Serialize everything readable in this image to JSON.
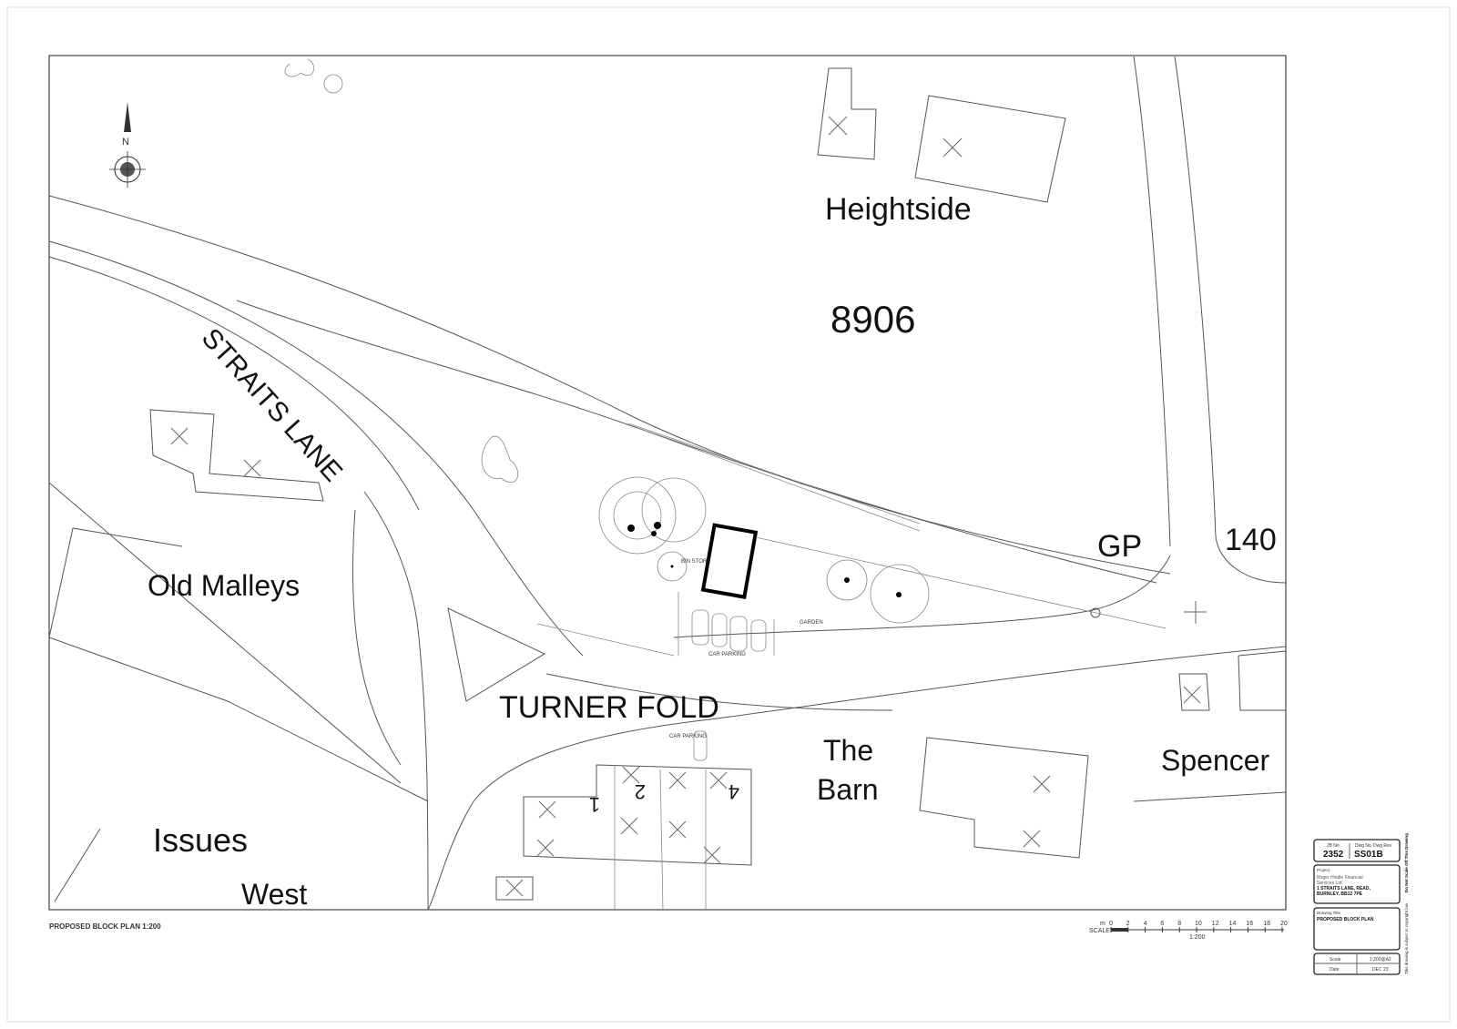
{
  "labels": {
    "heightside": "Heightside",
    "plot_number": "8906",
    "straits_lane": "STRAITS LANE",
    "old_malleys": "Old Malleys",
    "turner_fold": "TURNER FOLD",
    "gp": "GP",
    "num_140": "140",
    "the": "The",
    "barn": "Barn",
    "spencer": "Spencer",
    "issues": "Issues",
    "west": "West",
    "house_1": "1",
    "house_2": "2",
    "house_4": "4",
    "bin_store": "BIN STORE",
    "garden": "GARDEN",
    "car_parking": "CAR PARKING",
    "car_parking_2": "CAR PARKING",
    "north": "N"
  },
  "plan_title": "PROPOSED BLOCK PLAN 1:200",
  "scale_bar": {
    "unit": "m",
    "label": "SCALE",
    "ratio": "1:200",
    "ticks": [
      "0",
      "2",
      "4",
      "6",
      "8",
      "10",
      "12",
      "14",
      "16",
      "18",
      "20"
    ]
  },
  "title_block": {
    "jb_no_label": "JB No",
    "jb_no": "2352",
    "dwg_no_label": "Dwg No",
    "dwg_no": "SS01B",
    "dwg_rev_label": "Dwg Rev",
    "project_label": "Project",
    "client_line1": "Roger Hindle Financial",
    "client_line2": "Services Ltd",
    "address_line1": "1 STRAITS LANE, READ,",
    "address_line2": "BURNLEY, BB12 7PE",
    "drawing_title_label": "Drawing Title",
    "drawing_title": "PROPOSED BLOCK PLAN",
    "scale_label": "Scale",
    "scale": "1:200@A2",
    "date_label": "Date",
    "date": "DEC 23",
    "copyright_note": "This drawing is subject to copyright law.",
    "do_not_scale": "Do Not Scale Off This Drawing"
  }
}
